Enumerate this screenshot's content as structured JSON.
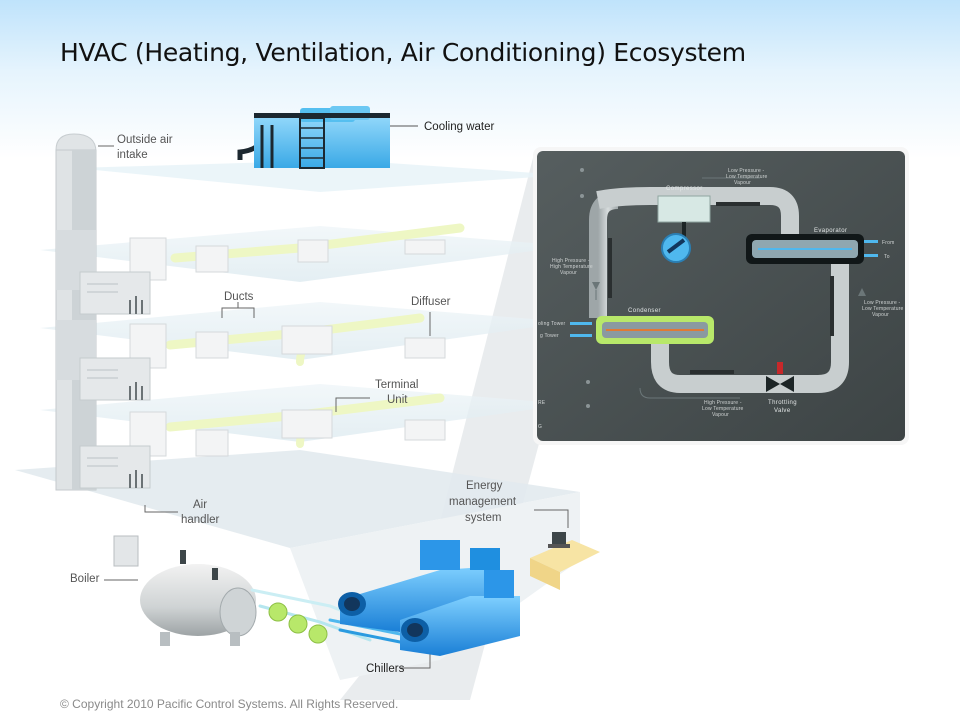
{
  "slide": {
    "title": "HVAC (Heating, Ventilation, Air Conditioning) Ecosystem",
    "copyright": "© Copyright 2010 Pacific Control Systems. All Rights Reserved."
  },
  "labels": {
    "cooling_water": "Cooling water",
    "outside_air_1": "Outside air",
    "outside_air_2": "intake",
    "ducts": "Ducts",
    "diffuser": "Diffuser",
    "terminal_1": "Terminal",
    "terminal_2": "Unit",
    "air_handler_1": "Air",
    "air_handler_2": "handler",
    "energy_1": "Energy",
    "energy_2": "management",
    "energy_3": "system",
    "boiler": "Boiler",
    "chillers": "Chillers"
  },
  "refrigeration_cycle": {
    "compressor": "Compressor",
    "evaporator": "Evaporator",
    "condenser": "Condenser",
    "throttling_1": "Throttling",
    "throttling_2": "Valve",
    "lp_lt_top_1": "Low Pressure -",
    "lp_lt_top_2": "Low Temperature",
    "lp_lt_top_3": "Vapour",
    "hp_ht_1": "High Pressure -",
    "hp_ht_2": "High Temperature",
    "hp_ht_3": "Vapour",
    "lp_lt_right_1": "Low Pressure -",
    "lp_lt_right_2": "Low Temperature",
    "lp_lt_right_3": "Vapour",
    "hp_lt_1": "High Pressure -",
    "hp_lt_2": "Low Temperature",
    "hp_lt_3": "Vapour",
    "from_tower": "oling Tower",
    "to_tower": "g Tower",
    "from": "From",
    "to": "To",
    "cut_left_1": "RE",
    "cut_left_2": "G"
  },
  "colors": {
    "panel_bg": "#4a5152",
    "cooling_blue": "#4fb8ee",
    "chiller_blue": "#1f8fe0",
    "condenser_green": "#b8e86a",
    "valve_red": "#c8282a",
    "duct_yellow": "#eef7c4"
  }
}
